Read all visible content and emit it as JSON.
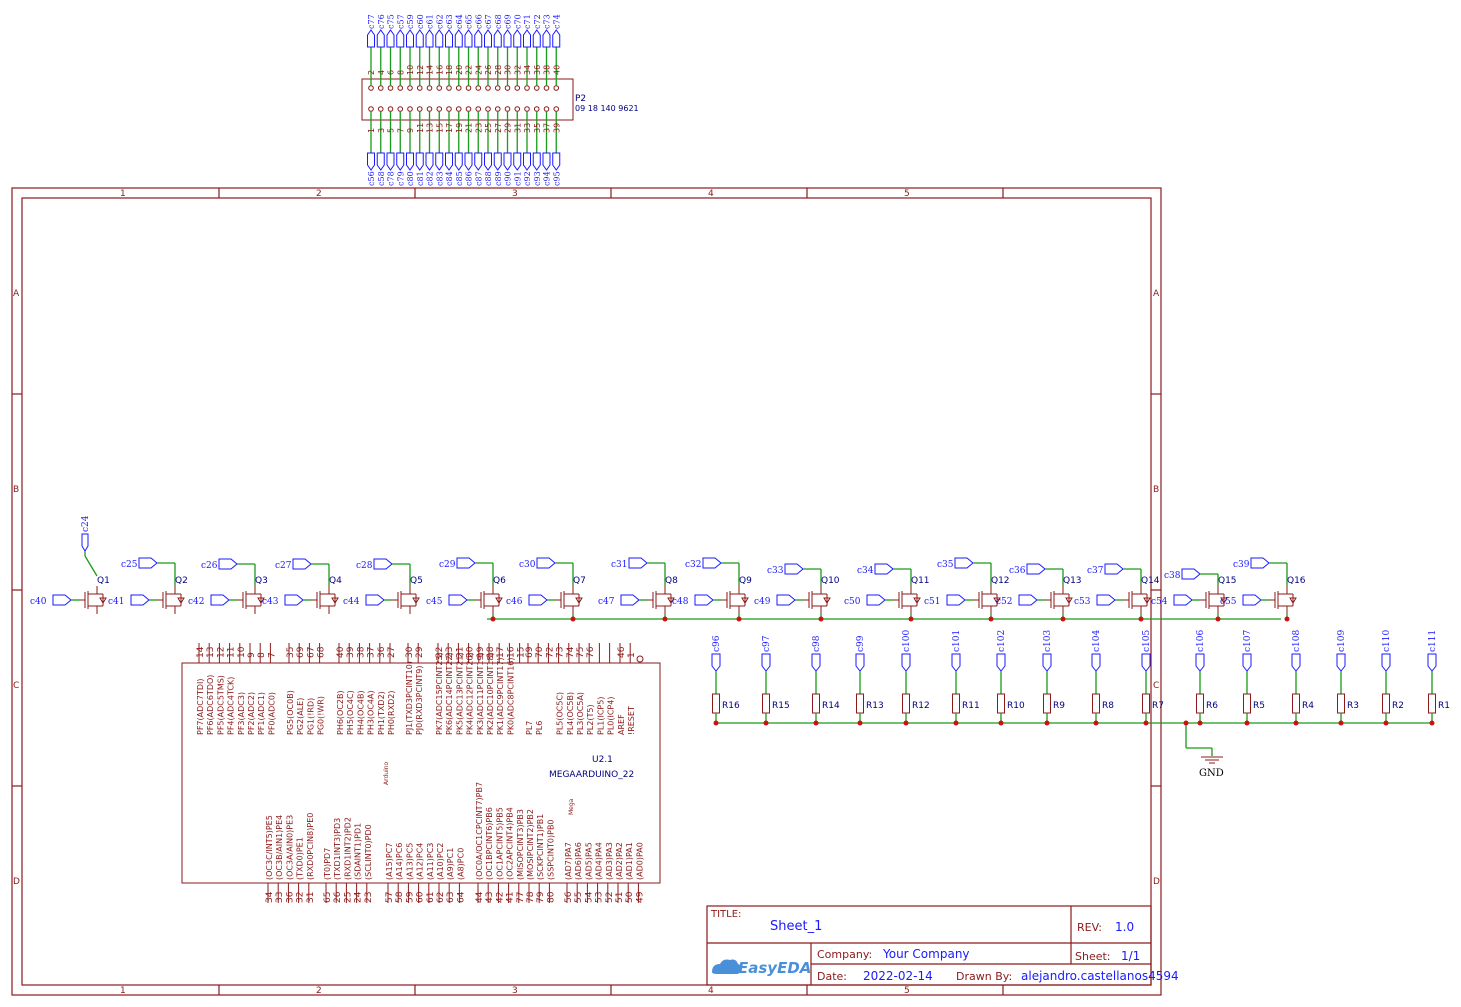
{
  "frame": {
    "col_labels": [
      "1",
      "2",
      "3",
      "4",
      "5"
    ],
    "row_labels": [
      "A",
      "B",
      "C",
      "D"
    ]
  },
  "connector": {
    "ref": "P2",
    "part": "09 18 140 9621",
    "top_pins": [
      "2",
      "4",
      "6",
      "8",
      "10",
      "12",
      "14",
      "16",
      "18",
      "20",
      "22",
      "24",
      "26",
      "28",
      "30",
      "32",
      "34",
      "36",
      "38",
      "40"
    ],
    "bottom_pins": [
      "1",
      "3",
      "5",
      "7",
      "9",
      "11",
      "13",
      "15",
      "17",
      "19",
      "21",
      "23",
      "25",
      "27",
      "29",
      "31",
      "33",
      "35",
      "37",
      "39"
    ],
    "top_nets": [
      "c77",
      "c76",
      "c75",
      "c57",
      "c59",
      "c60",
      "c61",
      "c62",
      "c63",
      "c64",
      "c65",
      "c66",
      "c67",
      "c68",
      "c69",
      "c70",
      "c71",
      "c72",
      "c73",
      "c74"
    ],
    "bottom_nets": [
      "c56",
      "c58",
      "c78",
      "c79",
      "c80",
      "c81",
      "c82",
      "c83",
      "c84",
      "c85",
      "c86",
      "c87",
      "c88",
      "c89",
      "c90",
      "c91",
      "c92",
      "c93",
      "c94",
      "c95"
    ]
  },
  "transistors": [
    {
      "ref": "Q1",
      "gate": "c40",
      "drain": "c24"
    },
    {
      "ref": "Q2",
      "gate": "c41",
      "drain": "c25"
    },
    {
      "ref": "Q3",
      "gate": "c42",
      "drain": "c26"
    },
    {
      "ref": "Q4",
      "gate": "c43",
      "drain": "c27"
    },
    {
      "ref": "Q5",
      "gate": "c44",
      "drain": "c28"
    },
    {
      "ref": "Q6",
      "gate": "c45",
      "drain": "c29"
    },
    {
      "ref": "Q7",
      "gate": "c46",
      "drain": "c30"
    },
    {
      "ref": "Q8",
      "gate": "c47",
      "drain": "c31"
    },
    {
      "ref": "Q9",
      "gate": "c48",
      "drain": "c32"
    },
    {
      "ref": "Q10",
      "gate": "c49",
      "drain": "c33"
    },
    {
      "ref": "Q11",
      "gate": "c50",
      "drain": "c34"
    },
    {
      "ref": "Q12",
      "gate": "c51",
      "drain": "c35"
    },
    {
      "ref": "Q13",
      "gate": "c52",
      "drain": "c36"
    },
    {
      "ref": "Q14",
      "gate": "c53",
      "drain": "c37"
    },
    {
      "ref": "Q15",
      "gate": "c54",
      "drain": "c38"
    },
    {
      "ref": "Q16",
      "gate": "c55",
      "drain": "c39"
    }
  ],
  "resistors": [
    {
      "ref": "R16",
      "net": "c96"
    },
    {
      "ref": "R15",
      "net": "c97"
    },
    {
      "ref": "R14",
      "net": "c98"
    },
    {
      "ref": "R13",
      "net": "c99"
    },
    {
      "ref": "R12",
      "net": "c100"
    },
    {
      "ref": "R11",
      "net": "c101"
    },
    {
      "ref": "R10",
      "net": "c102"
    },
    {
      "ref": "R9",
      "net": "c103"
    },
    {
      "ref": "R8",
      "net": "c104"
    },
    {
      "ref": "R7",
      "net": "c105"
    },
    {
      "ref": "R6",
      "net": "c106"
    },
    {
      "ref": "R5",
      "net": "c107"
    },
    {
      "ref": "R4",
      "net": "c108"
    },
    {
      "ref": "R3",
      "net": "c109"
    },
    {
      "ref": "R2",
      "net": "c110"
    },
    {
      "ref": "R1",
      "net": "c111"
    }
  ],
  "gnd_label": "GND",
  "arduino": {
    "ref": "U2.1",
    "part": "MEGAARDUINO_22",
    "tag_arduino": "Arduino",
    "tag_mega": "Mega",
    "top_groups": [
      {
        "pins": [
          {
            "n": "14",
            "s": "PF7(ADC7TDI)"
          },
          {
            "n": "13",
            "s": "PF6(ADC6TDO)"
          },
          {
            "n": "12",
            "s": "PF5(ADC5TMS)"
          },
          {
            "n": "11",
            "s": "PF4(ADC4TCK)"
          },
          {
            "n": "10",
            "s": "PF3(ADC3)"
          },
          {
            "n": "9",
            "s": "PF2(ADC2)"
          },
          {
            "n": "8",
            "s": "PF1(ADC1)"
          },
          {
            "n": "7",
            "s": "PF0(ADC0)"
          }
        ]
      },
      {
        "pins": [
          {
            "n": "35",
            "s": "PG5(OC0B)"
          },
          {
            "n": "69",
            "s": "PG2(ALE)"
          },
          {
            "n": "67",
            "s": "PG1(!RD)"
          },
          {
            "n": "68",
            "s": "PG0(!WR)"
          }
        ]
      },
      {
        "pins": [
          {
            "n": "40",
            "s": "PH6(OC2B)"
          },
          {
            "n": "39",
            "s": "PH5(OC4C)"
          },
          {
            "n": "38",
            "s": "PH4(OC4B)"
          },
          {
            "n": "37",
            "s": "PH3(OC4A)"
          },
          {
            "n": "36",
            "s": "PH1(TXD2)"
          },
          {
            "n": "27",
            "s": "PH0(RXD2)"
          }
        ]
      },
      {
        "pins": [
          {
            "n": "30",
            "s": "PJ1(TXD3PCINT10)"
          },
          {
            "n": "29",
            "s": "PJ0(RXD3PCINT9)"
          }
        ]
      },
      {
        "pins": [
          {
            "n": "22",
            "s": "PK7(ADC15PCINT23)"
          },
          {
            "n": "23",
            "s": "PK6(ADC14PCINT22)"
          },
          {
            "n": "21",
            "s": "PK5(ADC13PCINT21)"
          },
          {
            "n": "20",
            "s": "PK4(ADC12PCINT20)"
          },
          {
            "n": "19",
            "s": "PK3(ADC11PCINT19)"
          },
          {
            "n": "18",
            "s": "PK2(ADC10PCINT18)"
          },
          {
            "n": "17",
            "s": "PK1(ADC9PCINT17)"
          },
          {
            "n": "16",
            "s": "PK0(ADC8PCINT16)"
          },
          {
            "n": "15",
            "s": ""
          }
        ]
      },
      {
        "pins": [
          {
            "n": "69",
            "s": "PL7"
          },
          {
            "n": "70",
            "s": "PL6"
          },
          {
            "n": "72",
            "s": ""
          },
          {
            "n": "73",
            "s": "PL5(OC5C)"
          },
          {
            "n": "74",
            "s": "PL4(OC5B)"
          },
          {
            "n": "75",
            "s": "PL3(OC5A)"
          },
          {
            "n": "76",
            "s": "PL2(T5)"
          },
          {
            "n": "",
            "s": "PL1(ICP5)"
          },
          {
            "n": "",
            "s": "PL0(ICP4)"
          }
        ]
      },
      {
        "pins": [
          {
            "n": "46",
            "s": "AREF"
          },
          {
            "n": "1",
            "s": "!RESET"
          }
        ]
      }
    ],
    "bottom_groups": [
      {
        "pins": [
          {
            "n": "34",
            "s": "(OC3C/INT5)PE5"
          },
          {
            "n": "33",
            "s": "(OC3B/AIN1)PE4"
          },
          {
            "n": "36",
            "s": "(OC3A/AIN0)PE3"
          },
          {
            "n": "32",
            "s": "(TXD0)PE1"
          },
          {
            "n": "31",
            "s": "(RXD0PCIN8)PE0"
          }
        ]
      },
      {
        "pins": [
          {
            "n": "65",
            "s": "(T0)PD7"
          },
          {
            "n": "26",
            "s": "(TXD1INT3)PD3"
          },
          {
            "n": "25",
            "s": "(RXD1INT2)PD2"
          },
          {
            "n": "24",
            "s": "(SDAINT1)PD1"
          },
          {
            "n": "23",
            "s": "(SCLINT0)PD0"
          }
        ]
      },
      {
        "pins": [
          {
            "n": "57",
            "s": "(A15)PC7"
          },
          {
            "n": "58",
            "s": "(A14)PC6"
          },
          {
            "n": "59",
            "s": "(A13)PC5"
          },
          {
            "n": "60",
            "s": "(A12)PC4"
          },
          {
            "n": "61",
            "s": "(A11)PC3"
          },
          {
            "n": "62",
            "s": "(A10)PC2"
          },
          {
            "n": "63",
            "s": "(A9)PC1"
          },
          {
            "n": "64",
            "s": "(A8)PC0"
          }
        ]
      },
      {
        "pins": [
          {
            "n": "44",
            "s": "(OC0A/OC1CPCINT7)PB7"
          },
          {
            "n": "43",
            "s": "(OC1BPCINT6)PB6"
          },
          {
            "n": "42",
            "s": "(OC1APCINT5)PB5"
          },
          {
            "n": "41",
            "s": "(OC2APCINT4)PB4"
          },
          {
            "n": "77",
            "s": "(MISOPCINT3)PB3"
          },
          {
            "n": "78",
            "s": "(MOSIPCINT2)PB2"
          },
          {
            "n": "79",
            "s": "(SCKPCINT1)PB1"
          },
          {
            "n": "80",
            "s": "(SSPCINT0)PB0"
          }
        ]
      },
      {
        "pins": [
          {
            "n": "56",
            "s": "(AD7)PA7"
          },
          {
            "n": "55",
            "s": "(AD6)PA6"
          },
          {
            "n": "54",
            "s": "(AD5)PA5"
          },
          {
            "n": "53",
            "s": "(AD4)PA4"
          },
          {
            "n": "52",
            "s": "(AD3)PA3"
          },
          {
            "n": "51",
            "s": "(AD2)PA2"
          },
          {
            "n": "50",
            "s": "(AD1)PA1"
          },
          {
            "n": "49",
            "s": "(AD0)PA0"
          }
        ]
      }
    ]
  },
  "title_block": {
    "title_label": "TITLE:",
    "title_value": "Sheet_1",
    "rev_label": "REV:",
    "rev_value": "1.0",
    "company_label": "Company:",
    "company_value": "Your Company",
    "sheet_label": "Sheet:",
    "sheet_value": "1/1",
    "date_label": "Date:",
    "date_value": "2022-02-14",
    "drawn_label": "Drawn By:",
    "drawn_value": "alejandro.castellanos4594",
    "logo_text": "EasyEDA"
  }
}
